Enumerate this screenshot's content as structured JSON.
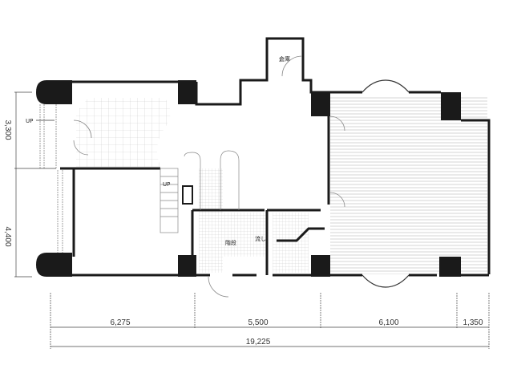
{
  "plan": {
    "labels": {
      "storage": "倉庫",
      "stairs": "階段",
      "sink": "流し",
      "up_left": "UP",
      "up_stairs": "UP"
    },
    "dimensions": {
      "horizontal": [
        "6,275",
        "5,500",
        "6,100",
        "1,350"
      ],
      "total": "19,225",
      "vertical": [
        "3,300",
        "4,400"
      ]
    },
    "colors": {
      "wall": "#1a1a1a",
      "line": "#555555",
      "grid": "#bbbbbb"
    }
  }
}
